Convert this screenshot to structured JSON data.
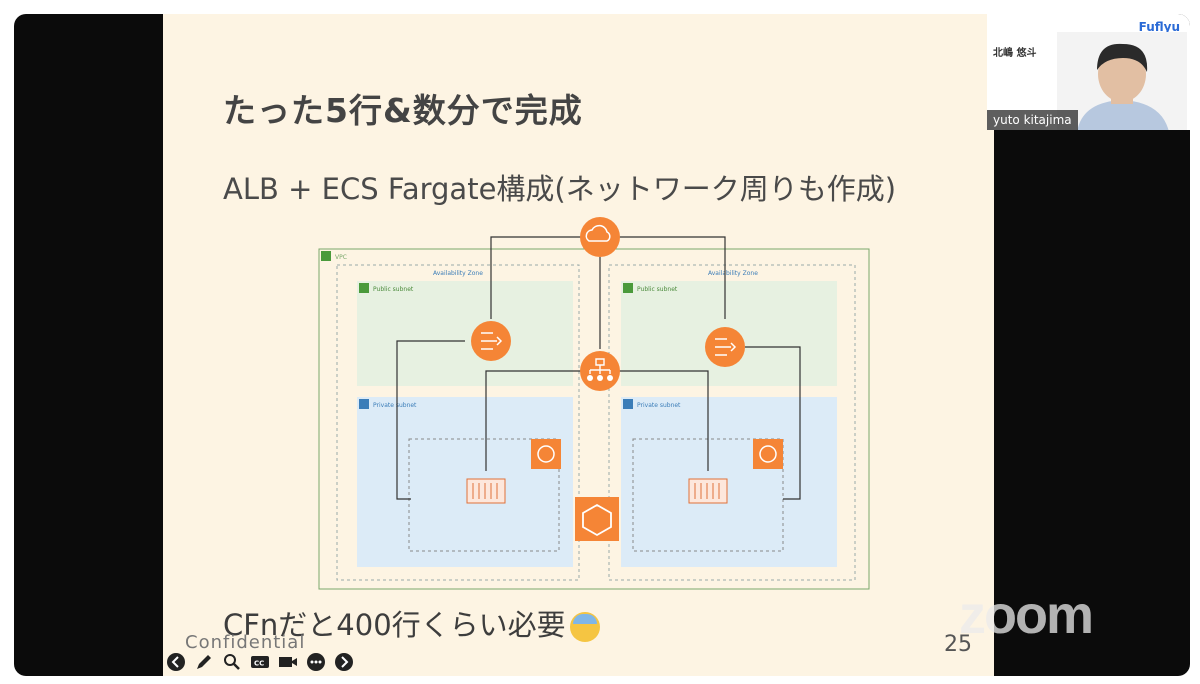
{
  "slide": {
    "title": "たった5行&数分で完成",
    "subtitle": "ALB + ECS Fargate構成(ネットワーク周りも作成)",
    "note": "CFnだと400行くらい必要",
    "confidential": "Confidential",
    "page_number": "25"
  },
  "diagram": {
    "vpc_label": "VPC",
    "az_label_left": "Availability Zone",
    "az_label_right": "Availability Zone",
    "public_subnet_left": "Public subnet",
    "public_subnet_right": "Public subnet",
    "private_subnet_left": "Private subnet",
    "private_subnet_right": "Private subnet"
  },
  "participant": {
    "logo": "Fuflyu",
    "name_jp": "北嶋 悠斗",
    "name_badge": "yuto kitajima"
  },
  "watermark": "zoom",
  "toolbar": [
    "prev-icon",
    "pen-icon",
    "zoom-icon",
    "cc-icon",
    "video-icon",
    "more-icon",
    "next-icon"
  ],
  "colors": {
    "slide_bg": "#fdf4e3",
    "aws_orange": "#f58536",
    "public_subnet": "#e7f1e1",
    "private_subnet": "#dcebf7",
    "frame": "#0b0b0b"
  }
}
